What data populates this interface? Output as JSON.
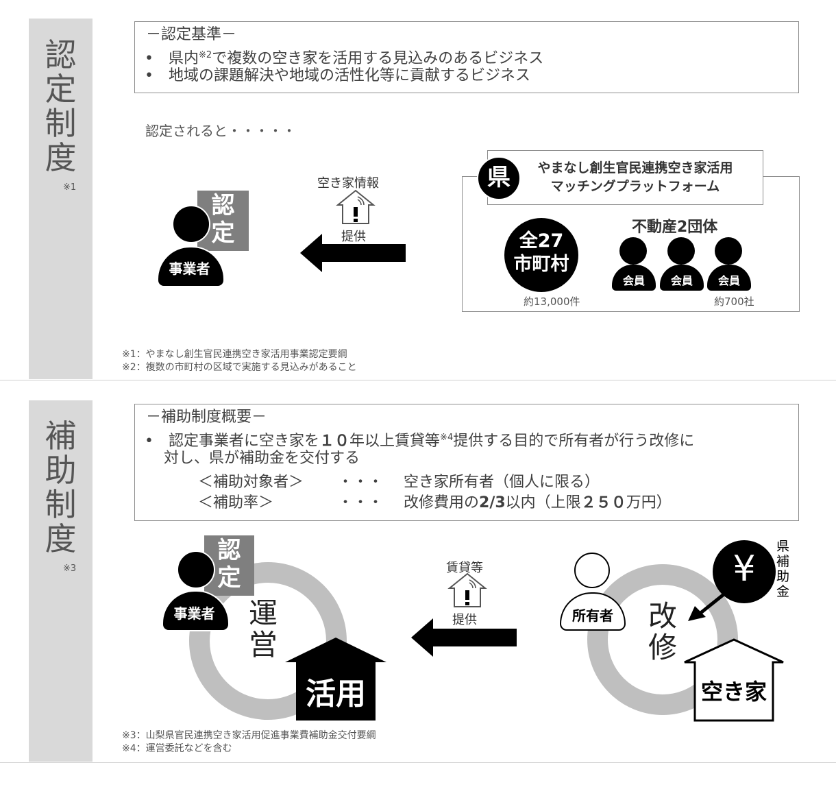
{
  "section1": {
    "side_title": [
      "認",
      "定",
      "制",
      "度"
    ],
    "side_note": "※1",
    "criteria_heading": "－認定基準－",
    "criteria_1_pre": "県内",
    "criteria_1_sup": "※2",
    "criteria_1_post": "で複数の空き家を活用する見込みのあるビジネス",
    "criteria_2": "地域の課題解決や地域の活性化等に貢献するビジネス",
    "lead": "認定されると・・・・・",
    "info_label": "空き家情報",
    "provide_label": "提供",
    "cert_badge": [
      "認",
      "定"
    ],
    "business_label": "事業者",
    "platform_pref": "県",
    "platform_title_1": "やまなし創生官民連携空き家活用",
    "platform_title_2": "マッチングプラットフォーム",
    "munis_1": "全27",
    "munis_2": "市町村",
    "realestate_label": "不動産2団体",
    "member_label": "会員",
    "count_left": "約13,000件",
    "count_right": "約700社",
    "footnote_1": "※1：やまなし創生官民連携空き家活用事業認定要綱",
    "footnote_2": "※2：複数の市町村の区域で実施する見込みがあること"
  },
  "section2": {
    "side_title": [
      "補",
      "助",
      "制",
      "度"
    ],
    "side_note": "※3",
    "overview_heading": "－補助制度概要－",
    "overview_1_pre": "認定事業者に空き家を",
    "overview_1_bold": "１０",
    "overview_1_mid": "年以上賃貸等",
    "overview_1_sup": "※4",
    "overview_1_post": "提供する目的で所有者が行う改修に",
    "overview_2": "対し、県が補助金を交付する",
    "target_label": "＜補助対象者＞",
    "target_dots": "・・・",
    "target_value": "空き家所有者（個人に限る）",
    "rate_label": "＜補助率＞",
    "rate_dots": "・・・",
    "rate_pre": "改修費用の",
    "rate_bold1": "2/3",
    "rate_mid": "以内（上限",
    "rate_bold2": "２５０",
    "rate_post": "万円）",
    "cert_badge": [
      "認",
      "定"
    ],
    "business_label": "事業者",
    "operate": [
      "運",
      "営"
    ],
    "utilize": "活用",
    "lease_label": "賃貸等",
    "provide_label": "提供",
    "owner_label": "所有者",
    "renovate": [
      "改",
      "修"
    ],
    "yen": "¥",
    "subsidy_vertical": [
      "県",
      "補",
      "助",
      "金"
    ],
    "vacant_house": "空き家",
    "footnote_3": "※3：山梨県官民連携空き家活用促進事業費補助金交付要綱",
    "footnote_4": "※4：運営委託などを含む"
  },
  "colors": {
    "sidebar": "#d9d9d9",
    "badge_gray": "#7f7f7f",
    "ring_gray": "#bfbfbf",
    "dark": "#000000"
  }
}
